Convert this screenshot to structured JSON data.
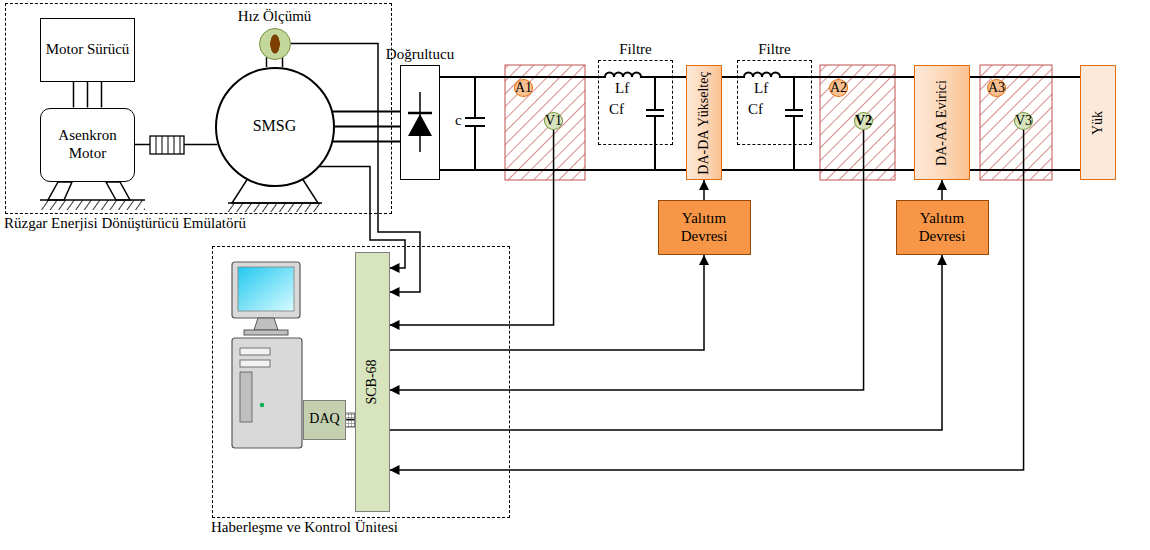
{
  "diagram": {
    "nodes": [
      {
        "text": [
          "Rüzgar Enerjisi Dönüştürücü Emülatörü"
        ]
      },
      {
        "text": [
          "Motor Sürücü"
        ],
        "in": 0
      },
      {
        "text": [
          "Asenkron Motor"
        ],
        "in": 0
      },
      {
        "text": [
          "Hız Ölçümü"
        ],
        "in": 0
      },
      {
        "text": [
          "SMSG"
        ],
        "in": 0
      },
      {
        "text": [
          "Doğrultucu"
        ]
      },
      {
        "text": [
          "A1"
        ]
      },
      {
        "text": [
          "V1"
        ]
      },
      {
        "text": [
          "Filtre",
          "Lf",
          "Cf"
        ]
      },
      {
        "text": [
          "DA-DA Yükselteç"
        ]
      },
      {
        "text": [
          "Filtre",
          "Lf",
          "Cf"
        ]
      },
      {
        "text": [
          "A2"
        ]
      },
      {
        "text": [
          "V2"
        ]
      },
      {
        "text": [
          "DA-AA Evirici"
        ]
      },
      {
        "text": [
          "A3"
        ]
      },
      {
        "text": [
          "V3"
        ]
      },
      {
        "text": [
          "Yük"
        ]
      },
      {
        "text": [
          "Yalıtım Devresi"
        ]
      },
      {
        "text": [
          "Yalıtım Devresi"
        ]
      },
      {
        "text": [
          "Haberleşme ve Kontrol Ünitesi"
        ]
      },
      {
        "text": [
          "SCB-68"
        ],
        "in": 19
      },
      {
        "text": [
          "DAQ"
        ],
        "in": 19
      }
    ],
    "edges": [
      {
        "from": 1,
        "to": 2,
        "arrow": "none"
      },
      {
        "from": 2,
        "to": 4,
        "arrow": "none"
      },
      {
        "from": 3,
        "to": 4,
        "arrow": "none"
      },
      {
        "from": 4,
        "to": 5,
        "arrow": "none"
      },
      {
        "from": 5,
        "to": 8,
        "arrow": "none"
      },
      {
        "from": 8,
        "to": 9,
        "arrow": "none"
      },
      {
        "from": 9,
        "to": 10,
        "arrow": "none"
      },
      {
        "from": 10,
        "to": 13,
        "arrow": "none"
      },
      {
        "from": 13,
        "to": 16,
        "arrow": "none"
      },
      {
        "from": 3,
        "to": 20,
        "arrow": "to"
      },
      {
        "from": 4,
        "to": 20,
        "arrow": "to"
      },
      {
        "from": 7,
        "to": 20,
        "arrow": "to"
      },
      {
        "from": 20,
        "to": 17,
        "arrow": "to"
      },
      {
        "from": 17,
        "to": 9,
        "arrow": "to"
      },
      {
        "from": 12,
        "to": 20,
        "arrow": "to"
      },
      {
        "from": 20,
        "to": 18,
        "arrow": "to"
      },
      {
        "from": 18,
        "to": 13,
        "arrow": "to"
      },
      {
        "from": 15,
        "to": 20,
        "arrow": "to"
      },
      {
        "from": 21,
        "to": 20,
        "arrow": "none"
      }
    ],
    "labels": [
      "c"
    ]
  }
}
